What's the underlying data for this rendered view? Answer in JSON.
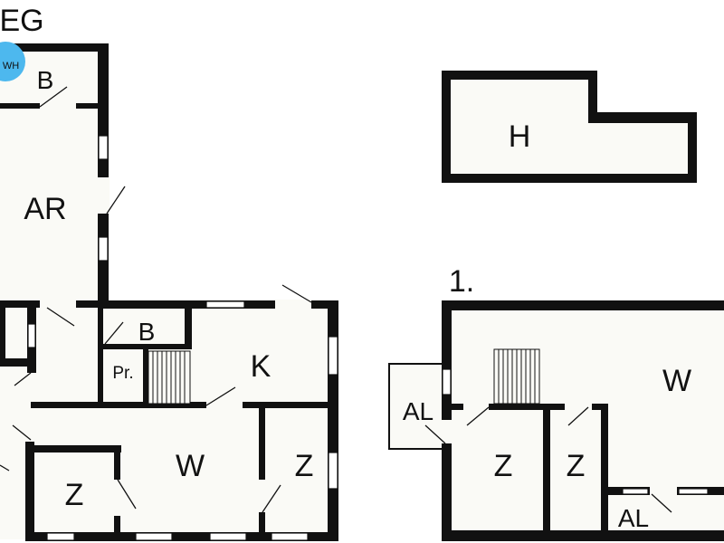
{
  "headings": {
    "ground_floor": "EG",
    "upper_floor": "1."
  },
  "colors": {
    "wall": "#111111",
    "floor": "#fafaf6",
    "water_heater": "#4db8ee"
  },
  "rooms": {
    "b_top": "B",
    "ar": "AR",
    "b_mid": "B",
    "pr": "Pr.",
    "k": "K",
    "w_ground": "W",
    "z_ground_left": "Z",
    "z_ground_right": "Z",
    "h": "H",
    "w_upper": "W",
    "al_upper_left": "AL",
    "z_upper_left": "Z",
    "z_upper_right": "Z",
    "al_upper_bottom": "AL"
  },
  "fixtures": {
    "water_heater": "WH"
  }
}
